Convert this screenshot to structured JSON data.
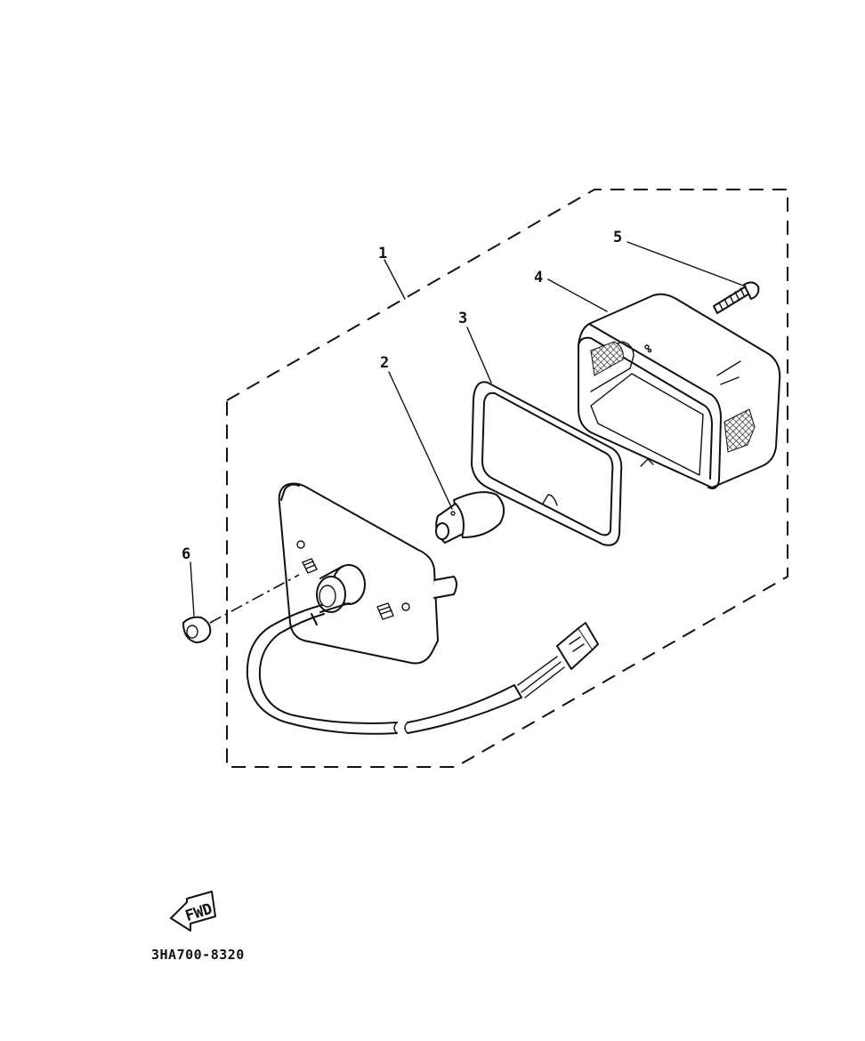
{
  "callouts": {
    "c1": "1",
    "c2": "2",
    "c3": "3",
    "c4": "4",
    "c5": "5",
    "c6": "6"
  },
  "fwd_label": "FWD",
  "diagram_code": "3HA700-8320"
}
